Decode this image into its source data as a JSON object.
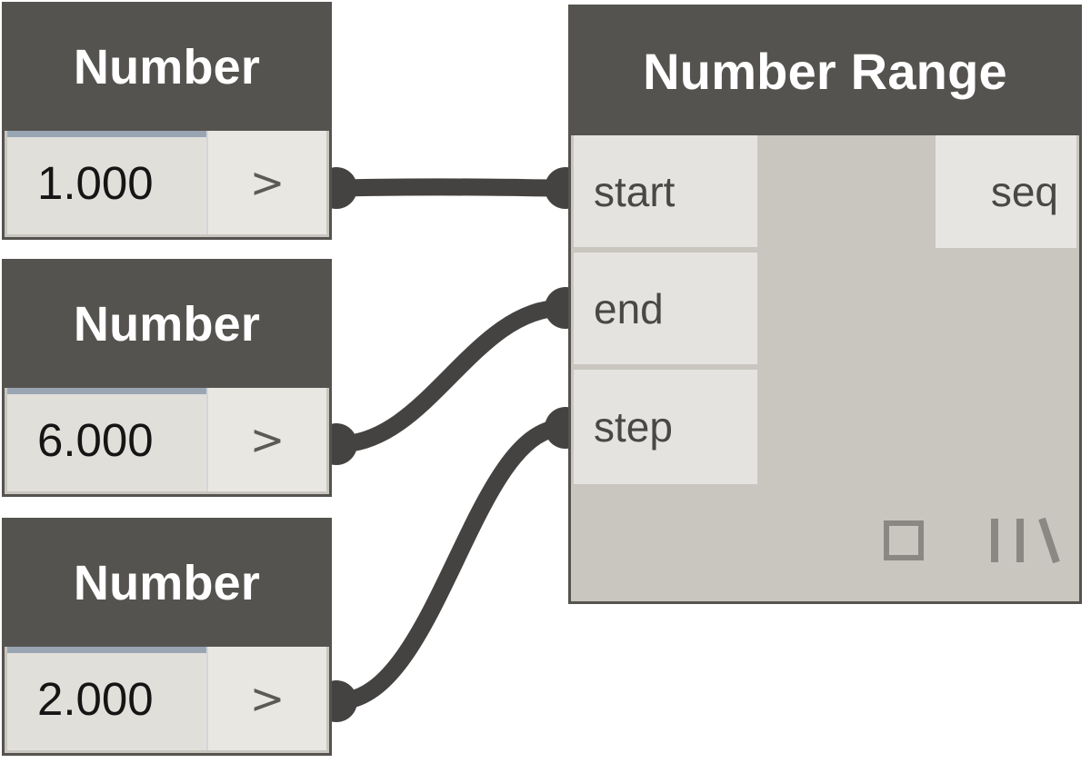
{
  "graph": {
    "app": "visual-programming-node-graph",
    "background_color": "#ffffff",
    "wire_color": "#454341",
    "node_header_color": "#55534f",
    "node_body_color": "#c9c5bf",
    "port_color": "#e5e3df",
    "accent_strip_color": "#9aa5b4"
  },
  "nodes": [
    {
      "id": "number-1",
      "title": "Number",
      "value": "1.000",
      "expander_glyph": ">",
      "output_port": "",
      "connects_to": "start"
    },
    {
      "id": "number-2",
      "title": "Number",
      "value": "6.000",
      "expander_glyph": ">",
      "output_port": "",
      "connects_to": "end"
    },
    {
      "id": "number-3",
      "title": "Number",
      "value": "2.000",
      "expander_glyph": ">",
      "output_port": "",
      "connects_to": "step"
    }
  ],
  "number_range": {
    "title": "Number Range",
    "inputs": [
      {
        "id": "start",
        "label": "start"
      },
      {
        "id": "end",
        "label": "end"
      },
      {
        "id": "step",
        "label": "step"
      }
    ],
    "outputs": [
      {
        "id": "seq",
        "label": "seq"
      }
    ],
    "footer": {
      "preview_toggle_icon": "square-outline-icon",
      "lacing_icon": "lacing-shortest-icon"
    }
  },
  "connections": [
    {
      "from": "number-1",
      "to": "start"
    },
    {
      "from": "number-2",
      "to": "end"
    },
    {
      "from": "number-3",
      "to": "step"
    }
  ]
}
